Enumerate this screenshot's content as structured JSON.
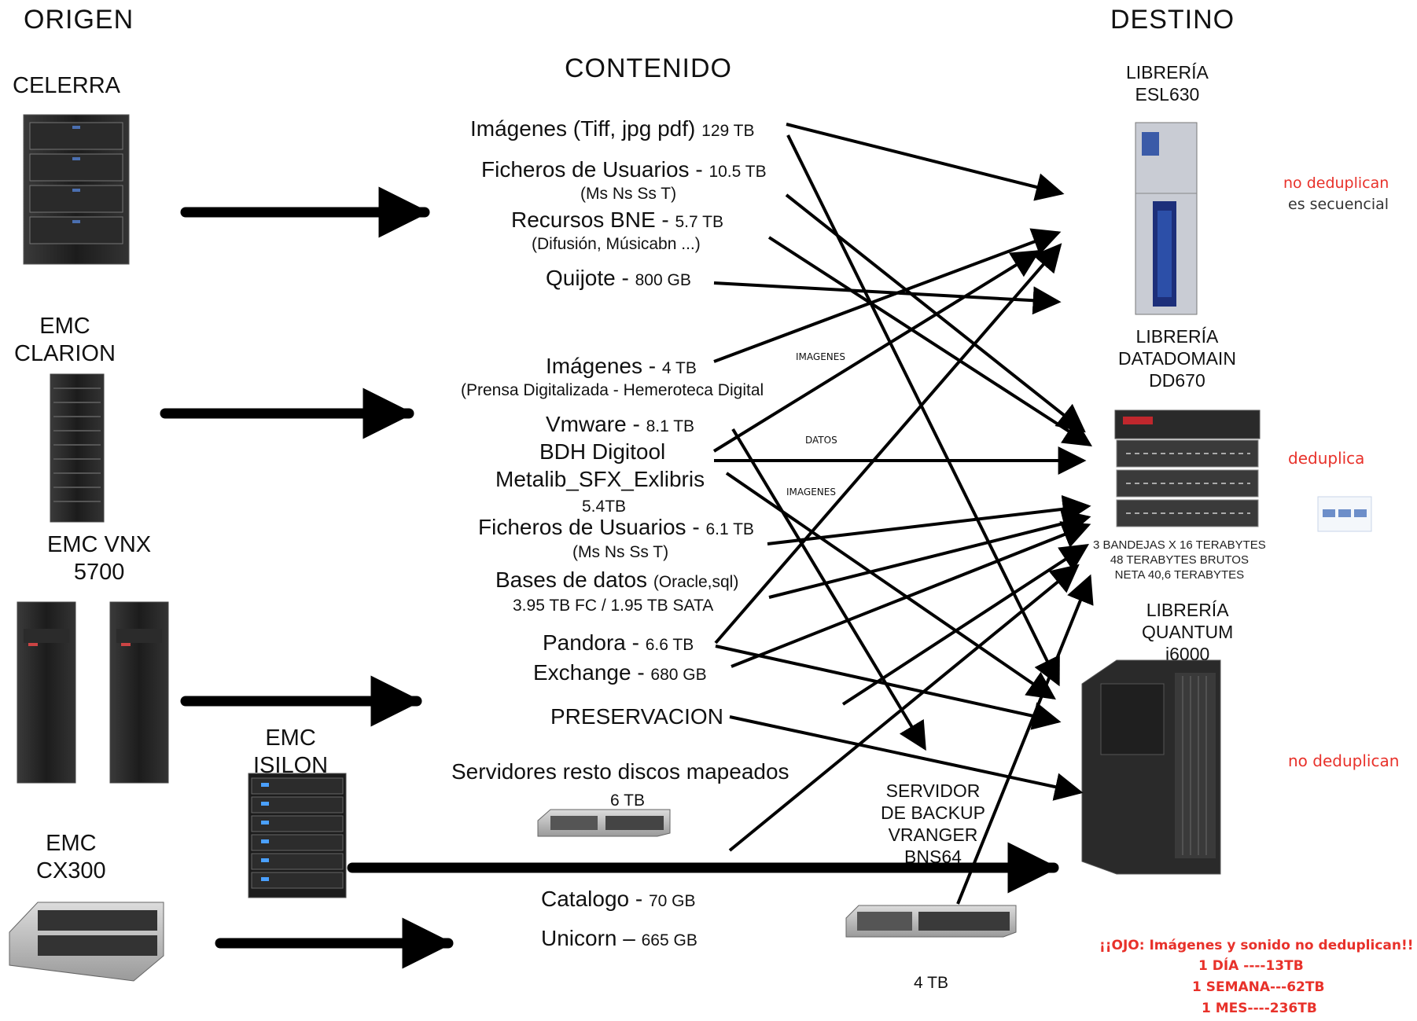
{
  "headers": {
    "origen": "ORIGEN",
    "contenido": "CONTENIDO",
    "destino": "DESTINO"
  },
  "sources": {
    "celerra": "CELERRA",
    "clarion": "EMC\nCLARION",
    "vnx": "EMC VNX\n5700",
    "isilon": "EMC\nISILON",
    "cx300": "EMC\nCX300"
  },
  "destinations": {
    "esl630": "LIBRERÍA\nESL630",
    "datadomain": "LIBRERÍA\nDATADOMAIN\nDD670",
    "quantum": "LIBRERÍA\nQUANTUM\ni6000",
    "backup_server": "SERVIDOR\nDE BACKUP\nVRANGER\nBNS64",
    "backup_size": "4 TB"
  },
  "notes": {
    "esl_1": "no deduplican",
    "esl_2": "es secuencial",
    "dd": "deduplica",
    "quantum": "no deduplican",
    "dd_specs": "3 BANDEJAS X 16 TERABYTES\n48 TERABYTES BRUTOS\nNETA 40,6 TERABYTES",
    "warning": "¡¡OJO: Imágenes y sonido no deduplican!!",
    "day": "1 DÍA ----13TB",
    "week": "1 SEMANA---62TB",
    "month": "1 MES----236TB"
  },
  "labels": {
    "imagenes_1": "IMAGENES",
    "datos": "DATOS",
    "imagenes_2": "IMAGENES"
  },
  "content": {
    "img_tiff": {
      "name": "Imágenes  (Tiff, jpg pdf)",
      "size": "129 TB"
    },
    "fich_usr_1": {
      "name": "Ficheros de Usuarios - ",
      "size": "10.5 TB",
      "sub": "(Ms Ns Ss T)"
    },
    "recursos": {
      "name": "Recursos BNE - ",
      "size": "5.7 TB",
      "sub": "(Difusión, Músicabn ...)"
    },
    "quijote": {
      "name": "Quijote - ",
      "size": "800 GB"
    },
    "img_prensa": {
      "name": "Imágenes - ",
      "size": "4 TB",
      "sub": "(Prensa Digitalizada - Hemeroteca Digital"
    },
    "vmware": {
      "name": "Vmware - ",
      "size": "8.1 TB"
    },
    "bdh": {
      "name": "BDH Digitool"
    },
    "metalib": {
      "name": "Metalib_SFX_Exlibris",
      "size": "5.4TB"
    },
    "fich_usr_2": {
      "name": "Ficheros de Usuarios - ",
      "size": "6.1 TB",
      "sub": "(Ms Ns Ss T)"
    },
    "bases": {
      "name": "Bases de datos ",
      "extra": "(Oracle,sql)",
      "sub": "3.95 TB FC / 1.95 TB SATA"
    },
    "pandora": {
      "name": "Pandora - ",
      "size": "6.6 TB"
    },
    "exchange": {
      "name": "Exchange - ",
      "size": "680 GB"
    },
    "preservacion": {
      "name": "PRESERVACION"
    },
    "servidores": {
      "name": "Servidores resto discos mapeados",
      "size": "6 TB"
    },
    "catalogo": {
      "name": "Catalogo - ",
      "size": "70 GB"
    },
    "unicorn": {
      "name": "Unicorn – ",
      "size": "665 GB"
    }
  },
  "colors": {
    "note_red": "#e8312a",
    "arrow": "#000000",
    "dd_accent": "#c0272d",
    "esl_blue": "#2c4fa8"
  }
}
